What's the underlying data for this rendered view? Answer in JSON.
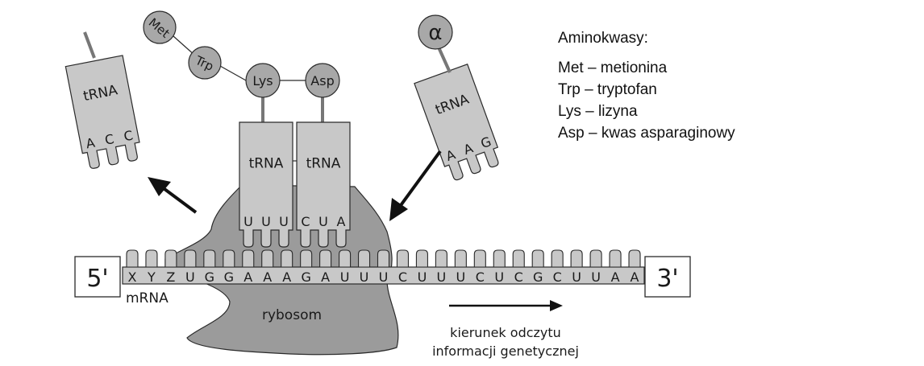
{
  "legend": {
    "title": "Aminokwasy:",
    "items": [
      "Met – metionina",
      "Trp – tryptofan",
      "Lys – lizyna",
      "Asp – kwas asparaginowy"
    ]
  },
  "amino_acids": {
    "met": "Met",
    "trp": "Trp",
    "lys": "Lys",
    "asp": "Asp",
    "alpha": "α"
  },
  "trna": {
    "label": "tRNA",
    "exiting_anticodon": [
      "A",
      "C",
      "C"
    ],
    "site_left_anticodon": [
      "U",
      "U",
      "U"
    ],
    "site_right_anticodon": [
      "C",
      "U",
      "A"
    ],
    "incoming_anticodon": [
      "A",
      "A",
      "G"
    ]
  },
  "mrna": {
    "label": "mRNA",
    "end_5": "5'",
    "end_3": "3'",
    "sequence": [
      "X",
      "Y",
      "Z",
      "U",
      "G",
      "G",
      "A",
      "A",
      "A",
      "G",
      "A",
      "U",
      "U",
      "U",
      "C",
      "U",
      "U",
      "U",
      "C",
      "U",
      "C",
      "G",
      "C",
      "U",
      "U",
      "A",
      "A"
    ]
  },
  "ribosome": {
    "label": "rybosom"
  },
  "direction": {
    "line1": "kierunek odczytu",
    "line2": "informacji genetycznej"
  },
  "colors": {
    "fill": "#c8c8c8",
    "ribosome": "#9b9b9b",
    "circle": "#a8a8a8",
    "stroke": "#2a2a2a"
  }
}
